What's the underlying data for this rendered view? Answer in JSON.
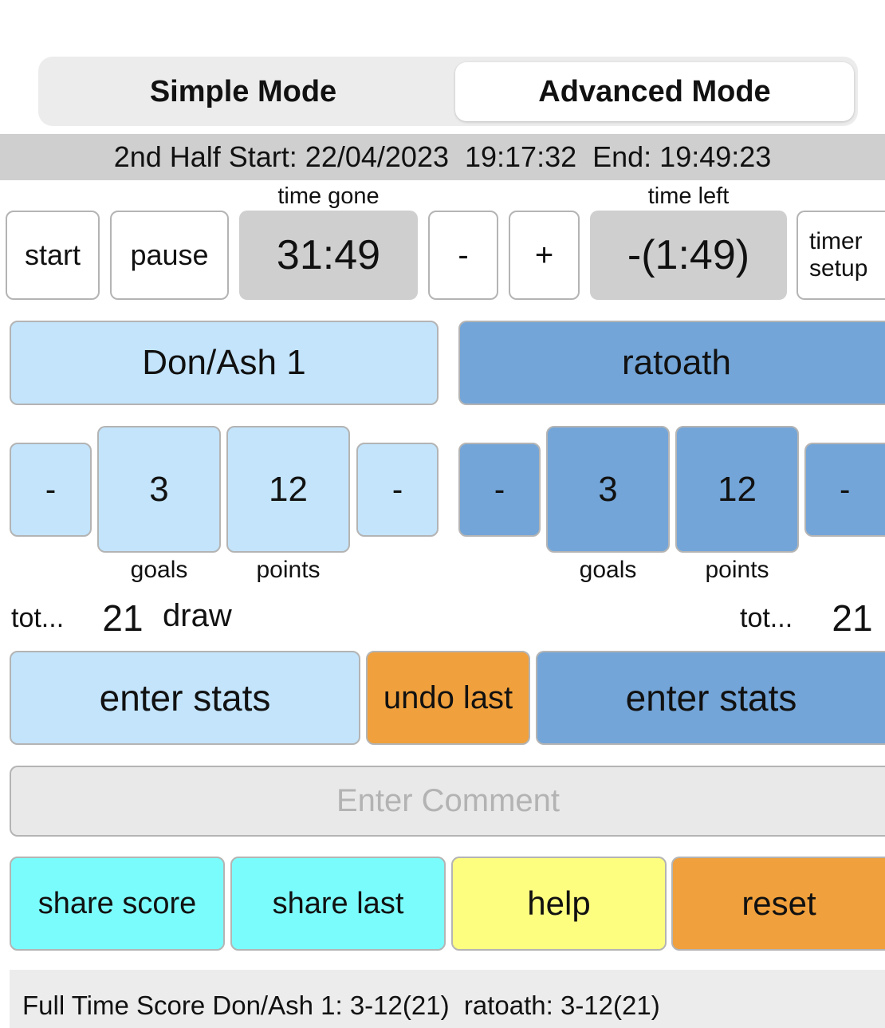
{
  "mode_switch": {
    "simple": "Simple Mode",
    "advanced": "Advanced Mode",
    "selected": "Advanced Mode"
  },
  "half_banner": "2nd Half Start: 22/04/2023  19:17:32  End: 19:49:23",
  "timer": {
    "time_gone_label": "time gone",
    "time_left_label": "time left",
    "start": "start",
    "pause": "pause",
    "time_gone": "31:49",
    "minus": "-",
    "plus": "+",
    "time_left": "-(1:49)",
    "setup_line1": "timer",
    "setup_line2": "setup"
  },
  "teams": [
    {
      "name": "Don/Ash 1",
      "goals": "3",
      "points": "12",
      "minus": "-",
      "goals_label": "goals",
      "points_label": "points",
      "total_label": "tot...",
      "total": "21",
      "result": "draw",
      "stats": "enter stats",
      "color": "#c3e4fb"
    },
    {
      "name": "ratoath",
      "goals": "3",
      "points": "12",
      "minus": "-",
      "goals_label": "goals",
      "points_label": "points",
      "total_label": "tot...",
      "total": "21",
      "stats": "enter stats",
      "color": "#73a5d8"
    }
  ],
  "undo_last": "undo last",
  "comment_placeholder": "Enter Comment",
  "actions": {
    "share_score": "share score",
    "share_last": "share last",
    "help": "help",
    "reset": "reset"
  },
  "footer_text": "Full Time Score Don/Ash 1: 3-12(21)  ratoath: 3-12(21)"
}
